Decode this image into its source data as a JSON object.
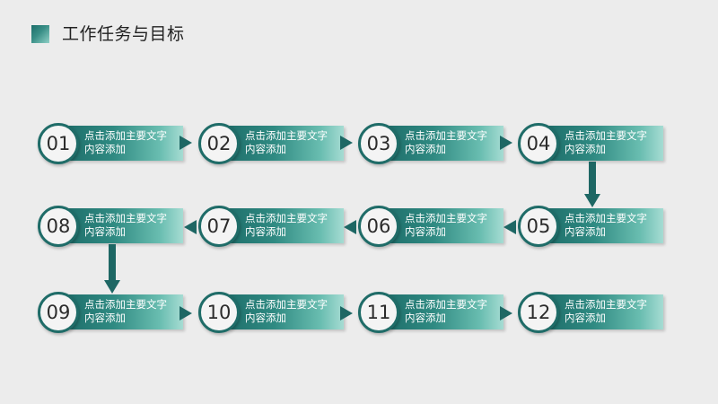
{
  "header": {
    "title": "工作任务与目标"
  },
  "steps": [
    {
      "num": "01",
      "text": "点击添加主要文字内容添加"
    },
    {
      "num": "02",
      "text": "点击添加主要文字内容添加"
    },
    {
      "num": "03",
      "text": "点击添加主要文字内容添加"
    },
    {
      "num": "04",
      "text": "点击添加主要文字内容添加"
    },
    {
      "num": "05",
      "text": "点击添加主要文字内容添加"
    },
    {
      "num": "06",
      "text": "点击添加主要文字内容添加"
    },
    {
      "num": "07",
      "text": "点击添加主要文字内容添加"
    },
    {
      "num": "08",
      "text": "点击添加主要文字内容添加"
    },
    {
      "num": "09",
      "text": "点击添加主要文字内容添加"
    },
    {
      "num": "10",
      "text": "点击添加主要文字内容添加"
    },
    {
      "num": "11",
      "text": "点击添加主要文字内容添加"
    },
    {
      "num": "12",
      "text": "点击添加主要文字内容添加"
    }
  ],
  "colors": {
    "accent": "#1f6c68",
    "arrow": "#1e6764"
  }
}
